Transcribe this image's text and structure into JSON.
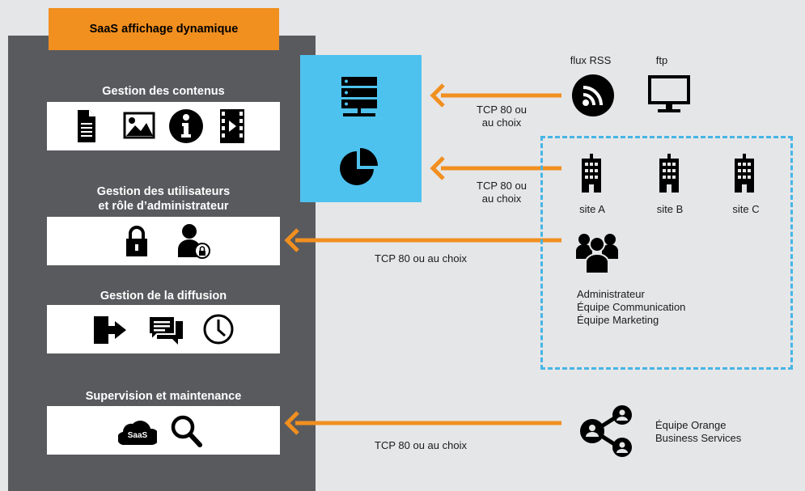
{
  "header": {
    "saas_title": "SaaS affichage dynamique"
  },
  "sections": {
    "content": {
      "title": "Gestion des contenus"
    },
    "users": {
      "title_line1": "Gestion des utilisateurs",
      "title_line2": "et rôle d’administrateur"
    },
    "broadcast": {
      "title": "Gestion de la diffusion"
    },
    "supervision": {
      "title": "Supervision et maintenance",
      "saas_badge": "SaaS"
    }
  },
  "sources": {
    "rss": "flux RSS",
    "ftp": "ftp"
  },
  "links": {
    "top_line1": "TCP 80 ou",
    "top_line2": "au choix",
    "mid_line1": "TCP 80 ou",
    "mid_line2": "au choix",
    "users_link": "TCP 80 ou au choix",
    "orange_link": "TCP 80 ou au choix"
  },
  "sites": {
    "a": "site A",
    "b": "site B",
    "c": "site C"
  },
  "teams": {
    "line1": "Administrateur",
    "line2": "Équipe Communication",
    "line3": "Équipe Marketing"
  },
  "orange": {
    "line1": "Équipe Orange",
    "line2": "Business Services"
  },
  "colors": {
    "orange": "#f18f1f",
    "panel": "#595a5e",
    "blue": "#4dc2ee",
    "dashed": "#46b5e5",
    "bg": "#e5e6e8"
  }
}
